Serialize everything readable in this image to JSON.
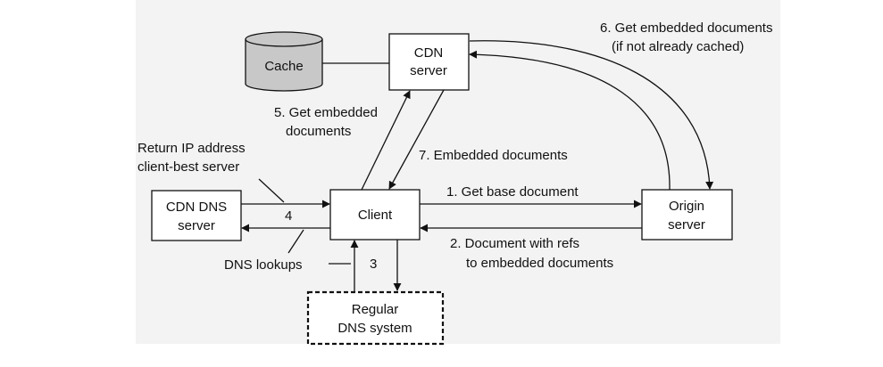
{
  "diagram": {
    "nodes": {
      "cache": "Cache",
      "cdn_server": [
        "CDN",
        "server"
      ],
      "client": "Client",
      "cdn_dns": [
        "CDN DNS",
        "server"
      ],
      "origin": [
        "Origin",
        "server"
      ],
      "regular_dns": [
        "Regular",
        "DNS system"
      ]
    },
    "edges": {
      "step1": "1. Get base document",
      "step2": [
        "2. Document with refs",
        "to embedded documents"
      ],
      "step3": "3",
      "step4": "4",
      "step5": [
        "5. Get embedded",
        "documents"
      ],
      "step6": [
        "6. Get embedded documents",
        "(if not already cached)"
      ],
      "step7": "7. Embedded documents"
    },
    "annotations": {
      "return_ip": [
        "Return IP address",
        "client-best server"
      ],
      "dns_lookups": "DNS lookups"
    }
  },
  "colors": {
    "panel_background": "#f3f3f3",
    "cache_fill": "#c8c8c8",
    "ink": "#111111"
  }
}
